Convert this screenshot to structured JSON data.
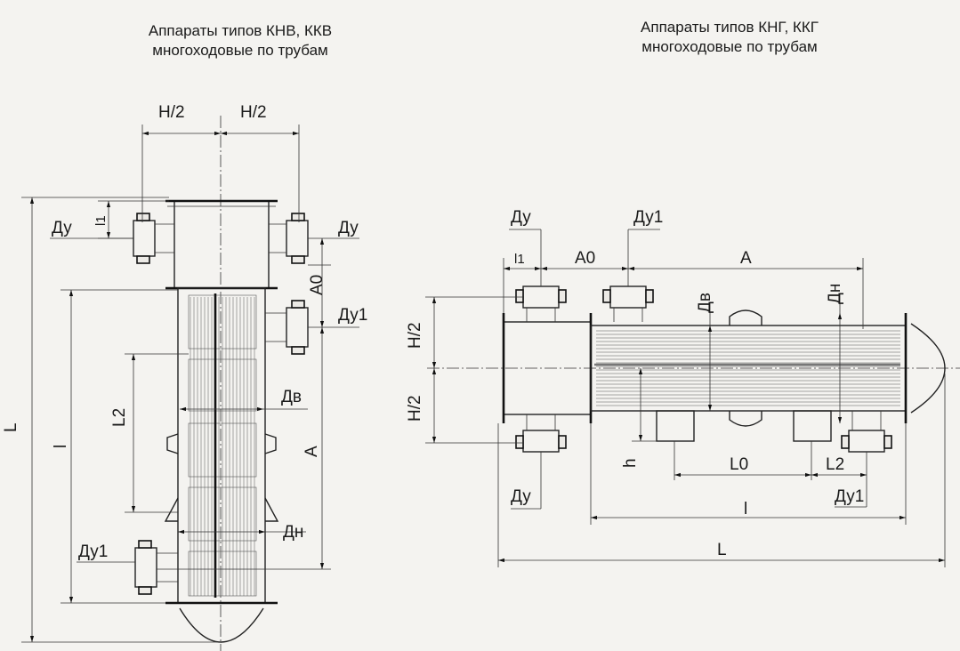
{
  "titles": {
    "left_line1": "Аппараты типов КНВ, ККВ",
    "left_line2": "многоходовые по трубам",
    "right_line1": "Аппараты типов КНГ, ККГ",
    "right_line2": "многоходовые по трубам"
  },
  "left_labels": {
    "h2a": "H/2",
    "h2b": "H/2",
    "l1": "l1",
    "du_left": "Ду",
    "du_right": "Ду",
    "a0": "А0",
    "du1_right": "Ду1",
    "dv": "Дв",
    "l2": "L2",
    "a": "А",
    "l_small": "l",
    "l_big": "L",
    "dn": "Дн",
    "du1_left": "Ду1"
  },
  "right_labels": {
    "du_top": "Ду",
    "du1_top": "Ду1",
    "l1": "l1",
    "a0": "А0",
    "a": "А",
    "dv": "Дв",
    "dn": "Дн",
    "h2a": "H/2",
    "h2b": "H/2",
    "h": "h",
    "l0": "L0",
    "l2": "L2",
    "du_bottom": "Ду",
    "du1_bottom": "Ду1",
    "l_small": "l",
    "l_big": "L"
  }
}
